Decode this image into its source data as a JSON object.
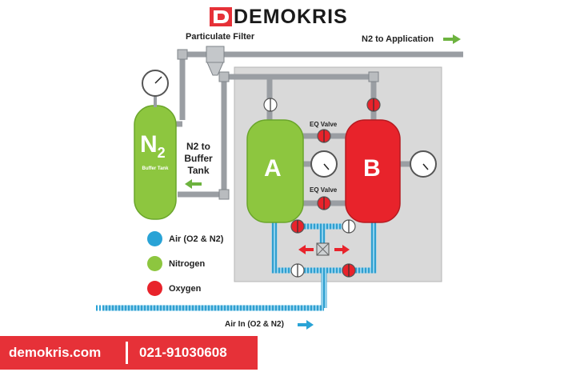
{
  "brand": {
    "name": "DEMOKRIS"
  },
  "labels": {
    "particulate_filter": "Particulate Filter",
    "n2_to_application": "N2 to Application",
    "n2_to_buffer": [
      "N2 to",
      "Buffer",
      "Tank"
    ],
    "eq_valve_top": "EQ Valve",
    "eq_valve_bottom": "EQ Valve",
    "air_in": "Air In (O2 & N2)"
  },
  "tanks": {
    "buffer": {
      "symbol": "N",
      "subscript": "2",
      "caption": "Buffer Tank",
      "color": "#8dc63f"
    },
    "a": {
      "label": "A",
      "color": "#8dc63f"
    },
    "b": {
      "label": "B",
      "color": "#e8232b"
    }
  },
  "legend": [
    {
      "label": "Air (O2 & N2)",
      "color": "#29a3d6"
    },
    {
      "label": "Nitrogen",
      "color": "#8dc63f"
    },
    {
      "label": "Oxygen",
      "color": "#e8232b"
    }
  ],
  "footer": {
    "website": "demokris.com",
    "phone": "021-91030608"
  },
  "colors": {
    "accent": "#e63138",
    "panel": "#d9d9d9",
    "pipe": "#9a9ea3",
    "air": "#29a3d6"
  }
}
